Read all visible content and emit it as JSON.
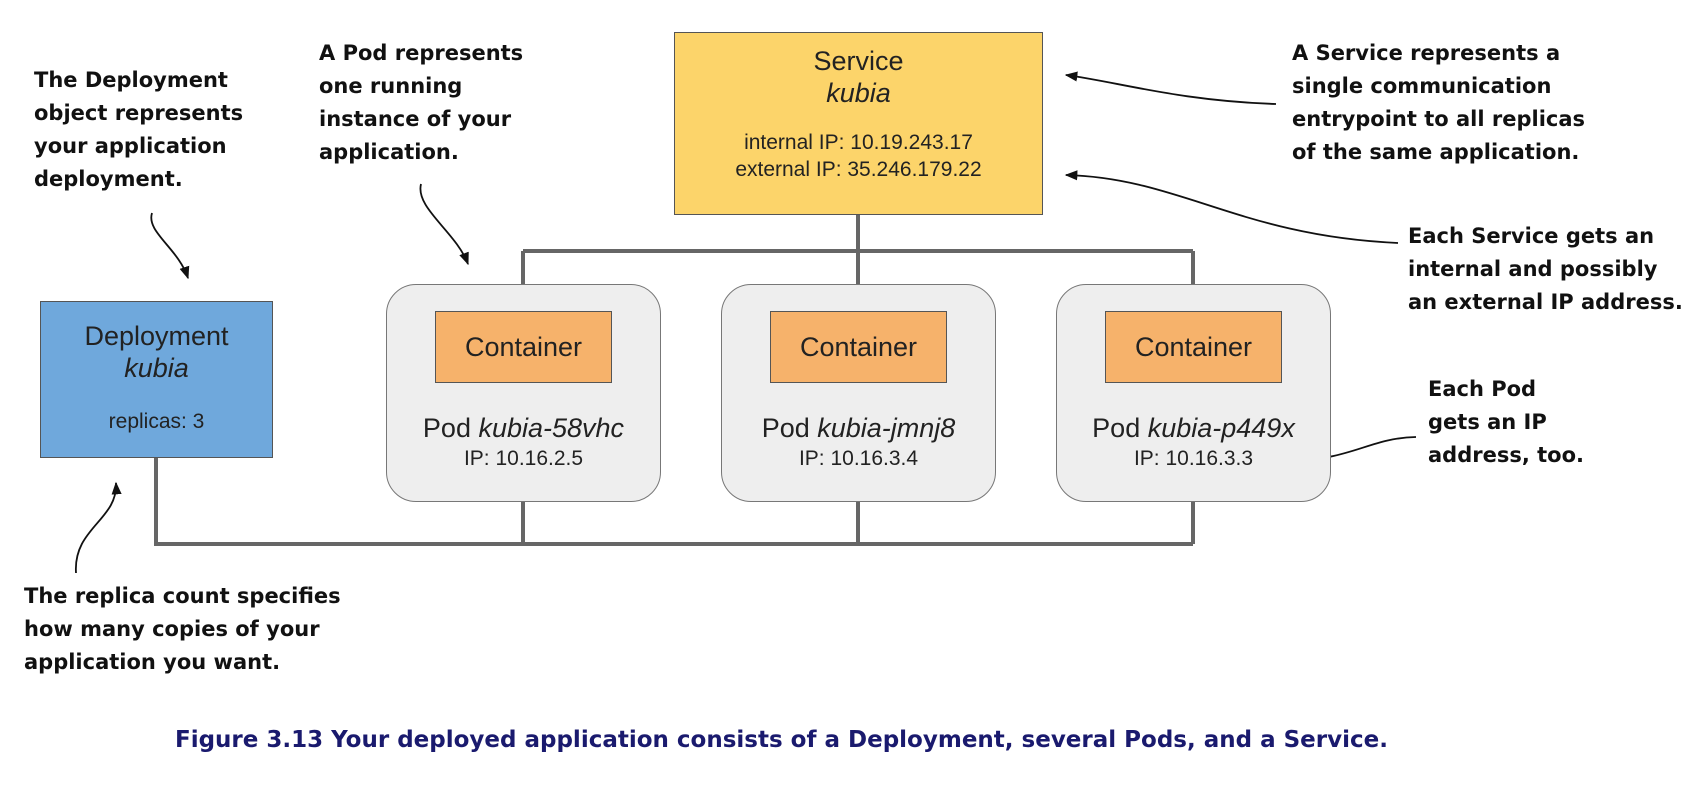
{
  "service": {
    "title": "Service",
    "name": "kubia",
    "internal_ip": "internal IP: 10.19.243.17",
    "external_ip": "external IP: 35.246.179.22"
  },
  "deployment": {
    "title": "Deployment",
    "name": "kubia",
    "replicas": "replicas: 3"
  },
  "pods": [
    {
      "prefix": "Pod ",
      "name": "kubia-58vhc",
      "ip": "IP: 10.16.2.5",
      "container": "Container"
    },
    {
      "prefix": "Pod ",
      "name": "kubia-jmnj8",
      "ip": "IP: 10.16.3.4",
      "container": "Container"
    },
    {
      "prefix": "Pod ",
      "name": "kubia-p449x",
      "ip": "IP: 10.16.3.3",
      "container": "Container"
    }
  ],
  "notes": {
    "deployment": "The Deployment\nobject represents\nyour application\ndeployment.",
    "pod": "A Pod represents\none running\ninstance of your\napplication.",
    "service": "A Service represents a\nsingle communication\nentrypoint to all replicas\nof the same application.",
    "service_ip": "Each Service gets an\ninternal and possibly\nan external IP address.",
    "pod_ip": "Each Pod\ngets an IP\naddress, too.",
    "replicas": "The replica count specifies\nhow many copies of your\napplication you want."
  },
  "caption": "Figure 3.13 Your deployed application consists of a Deployment, several Pods, and a Service.",
  "colors": {
    "service": "#fcd46a",
    "deployment": "#6fa8dc",
    "container": "#f6b26b",
    "pod": "#eeeeee",
    "caption": "#1a1a6e"
  }
}
